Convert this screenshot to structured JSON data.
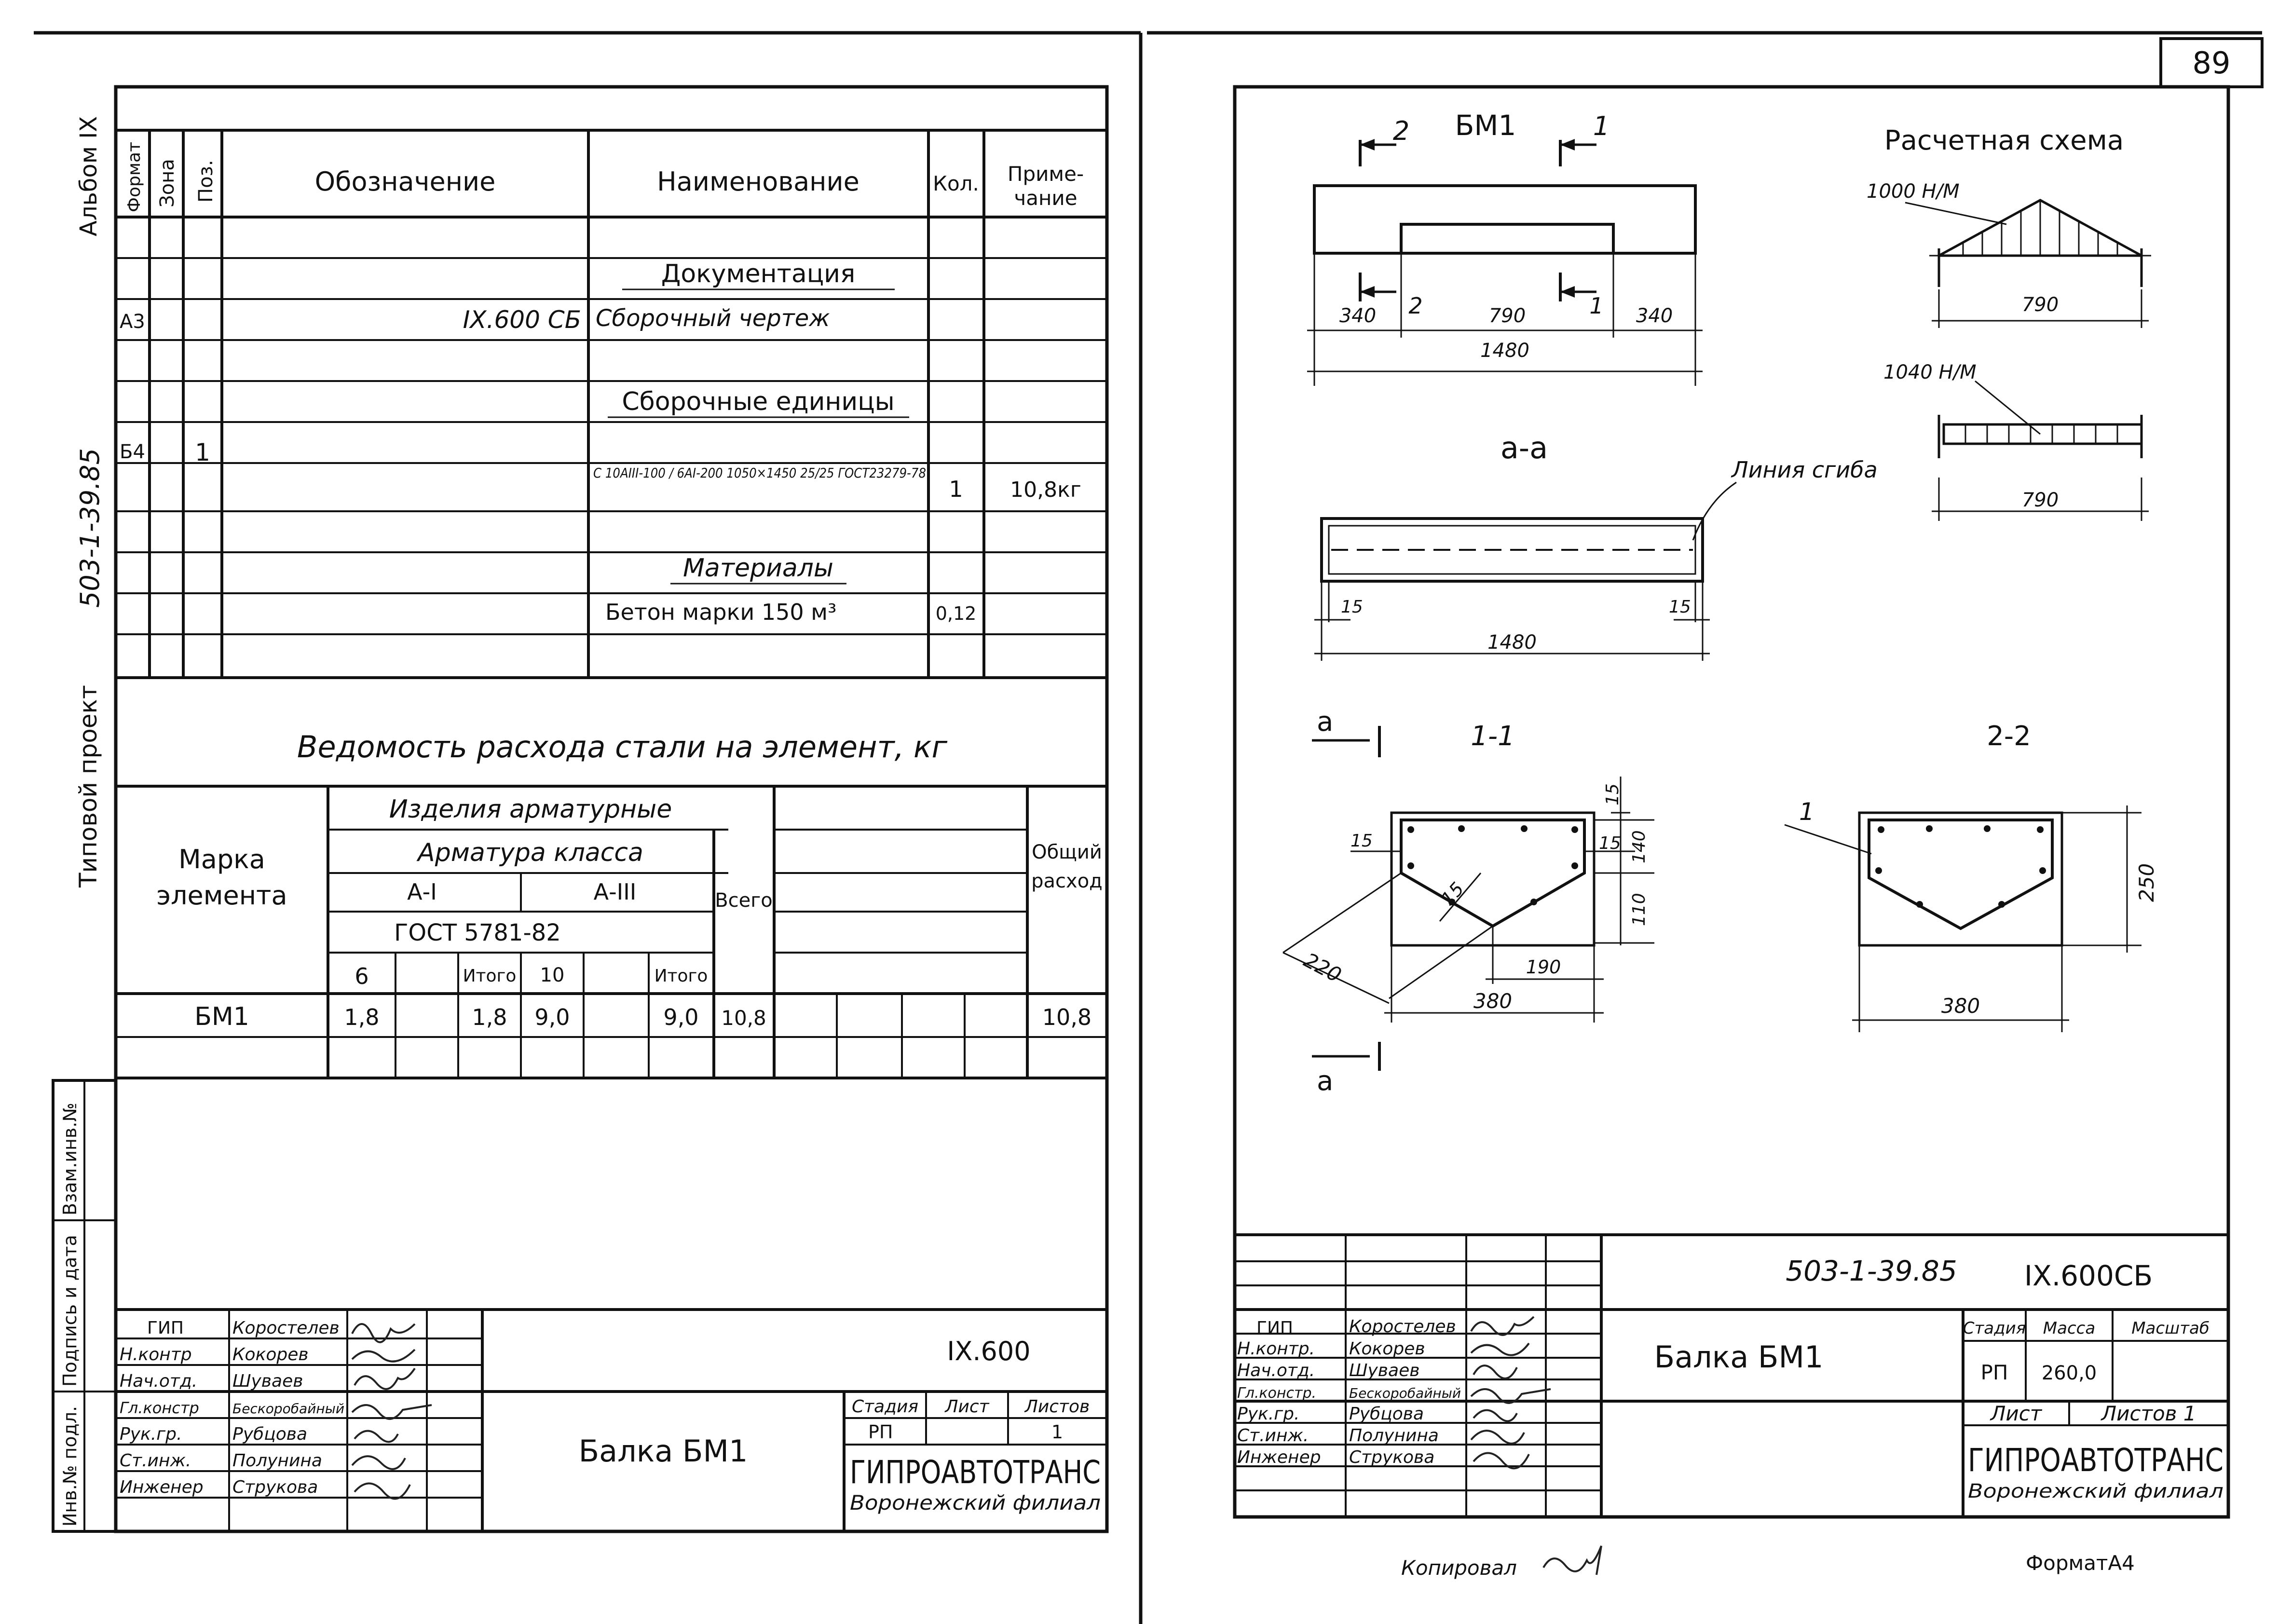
{
  "page_number": "89",
  "sidebar": {
    "album": "Альбом IX",
    "series": "503-1-39.85",
    "project": "Типовой проект",
    "field_vzam": "Взам.инв.№",
    "field_podp": "Подпись и дата",
    "field_inv": "Инв.№ подл."
  },
  "spec": {
    "headers": {
      "format": "Формат",
      "zone": "Зона",
      "pos": "Поз.",
      "designation": "Обозначение",
      "name": "Наименование",
      "qty": "Кол.",
      "note": "Приме-\nчание"
    },
    "rows": [
      {
        "format": "",
        "pos": "",
        "designation": "",
        "name": "Документация",
        "qty": "",
        "note": ""
      },
      {
        "format": "А3",
        "pos": "",
        "designation": "IX.600 СБ",
        "name": "Сборочный чертеж",
        "qty": "",
        "note": ""
      },
      {
        "format": "",
        "pos": "",
        "designation": "",
        "name": "Сборочные единицы",
        "qty": "",
        "note": ""
      },
      {
        "format": "Б4",
        "pos": "1",
        "designation": "",
        "name": "С 10АIII-100 / 6АI-200 1050×1450 25/25 ГОСТ23279-78",
        "qty": "1",
        "note": "10,8кг"
      },
      {
        "format": "",
        "pos": "",
        "designation": "",
        "name": "Материалы",
        "qty": "",
        "note": ""
      },
      {
        "format": "",
        "pos": "",
        "designation": "",
        "name": "Бетон марки 150    м³",
        "qty": "0,12",
        "note": ""
      }
    ]
  },
  "steel": {
    "title": "Ведомость расхода стали на элемент, кг",
    "h_mark": "Марка\nэлемента",
    "h_izd": "Изделия арматурные",
    "h_arm": "Арматура класса",
    "h_a1": "А-I",
    "h_a3": "А-III",
    "h_gost": "ГОСТ 5781-82",
    "h_6": "6",
    "h_itogo1": "Итого",
    "h_10": "10",
    "h_itogo2": "Итого",
    "h_vsego": "Всего",
    "h_total": "Общий\nрасход",
    "row": {
      "mark": "БМ1",
      "d6": "1,8",
      "itogo1": "1,8",
      "d10": "9,0",
      "itogo2": "9,0",
      "vsego": "10,8",
      "total": "10,8"
    }
  },
  "stamp_left": {
    "code": "IX.600",
    "title": "Балка БМ1",
    "org": "ГИПРОАВТОТРАНС",
    "branch": "Воронежский филиал",
    "stage_h": "Стадия",
    "sheet_h": "Лист",
    "sheets_h": "Листов",
    "stage": "РП",
    "sheets": "1",
    "people": [
      {
        "role": "ГИП",
        "name": "Коростелев"
      },
      {
        "role": "Н.контр",
        "name": "Кокорев"
      },
      {
        "role": "Нач.отд.",
        "name": "Шуваев"
      },
      {
        "role": "Гл.констр",
        "name": "Бескоробайный"
      },
      {
        "role": "Рук.гр.",
        "name": "Рубцова"
      },
      {
        "role": "Ст.инж.",
        "name": "Полунина"
      },
      {
        "role": "Инженер",
        "name": "Струкова"
      }
    ]
  },
  "stamp_right": {
    "code": "503-1-39.85",
    "code2": "IX.600СБ",
    "title": "Балка БМ1",
    "org": "ГИПРОАВТОТРАНС",
    "branch": "Воронежский филиал",
    "stage_h": "Стадия",
    "mass_h": "Масса",
    "scale_h": "Масштаб",
    "stage": "РП",
    "mass": "260,0",
    "sheet_h": "Лист",
    "sheets_h": "Листов 1",
    "people": [
      {
        "role": "ГИП",
        "name": "Коростелев"
      },
      {
        "role": "Н.контр.",
        "name": "Кокорев"
      },
      {
        "role": "Нач.отд.",
        "name": "Шуваев"
      },
      {
        "role": "Гл.констр.",
        "name": "Бескоробайный"
      },
      {
        "role": "Рук.гр.",
        "name": "Рубцова"
      },
      {
        "role": "Ст.инж.",
        "name": "Полунина"
      },
      {
        "role": "Инженер",
        "name": "Струкова"
      }
    ]
  },
  "drawing": {
    "beam_title": "БМ1",
    "cut_1": "1",
    "cut_2": "2",
    "d_340": "340",
    "d_790": "790",
    "d_1480": "1480",
    "scheme_title": "Расчетная схема",
    "load1": "1000 Н/М",
    "load2": "1040 Н/М",
    "section_aa": "а-а",
    "bend_line": "Линия сгиба",
    "d_15": "15",
    "section_11": "1-1",
    "section_22": "2-2",
    "mark_a": "а",
    "d_140": "140",
    "d_110": "110",
    "d_220": "220",
    "d_190": "190",
    "d_380": "380",
    "d_250": "250",
    "pos_1": "1"
  },
  "footer": {
    "copied": "Копировал",
    "format": "ФорматА4"
  }
}
